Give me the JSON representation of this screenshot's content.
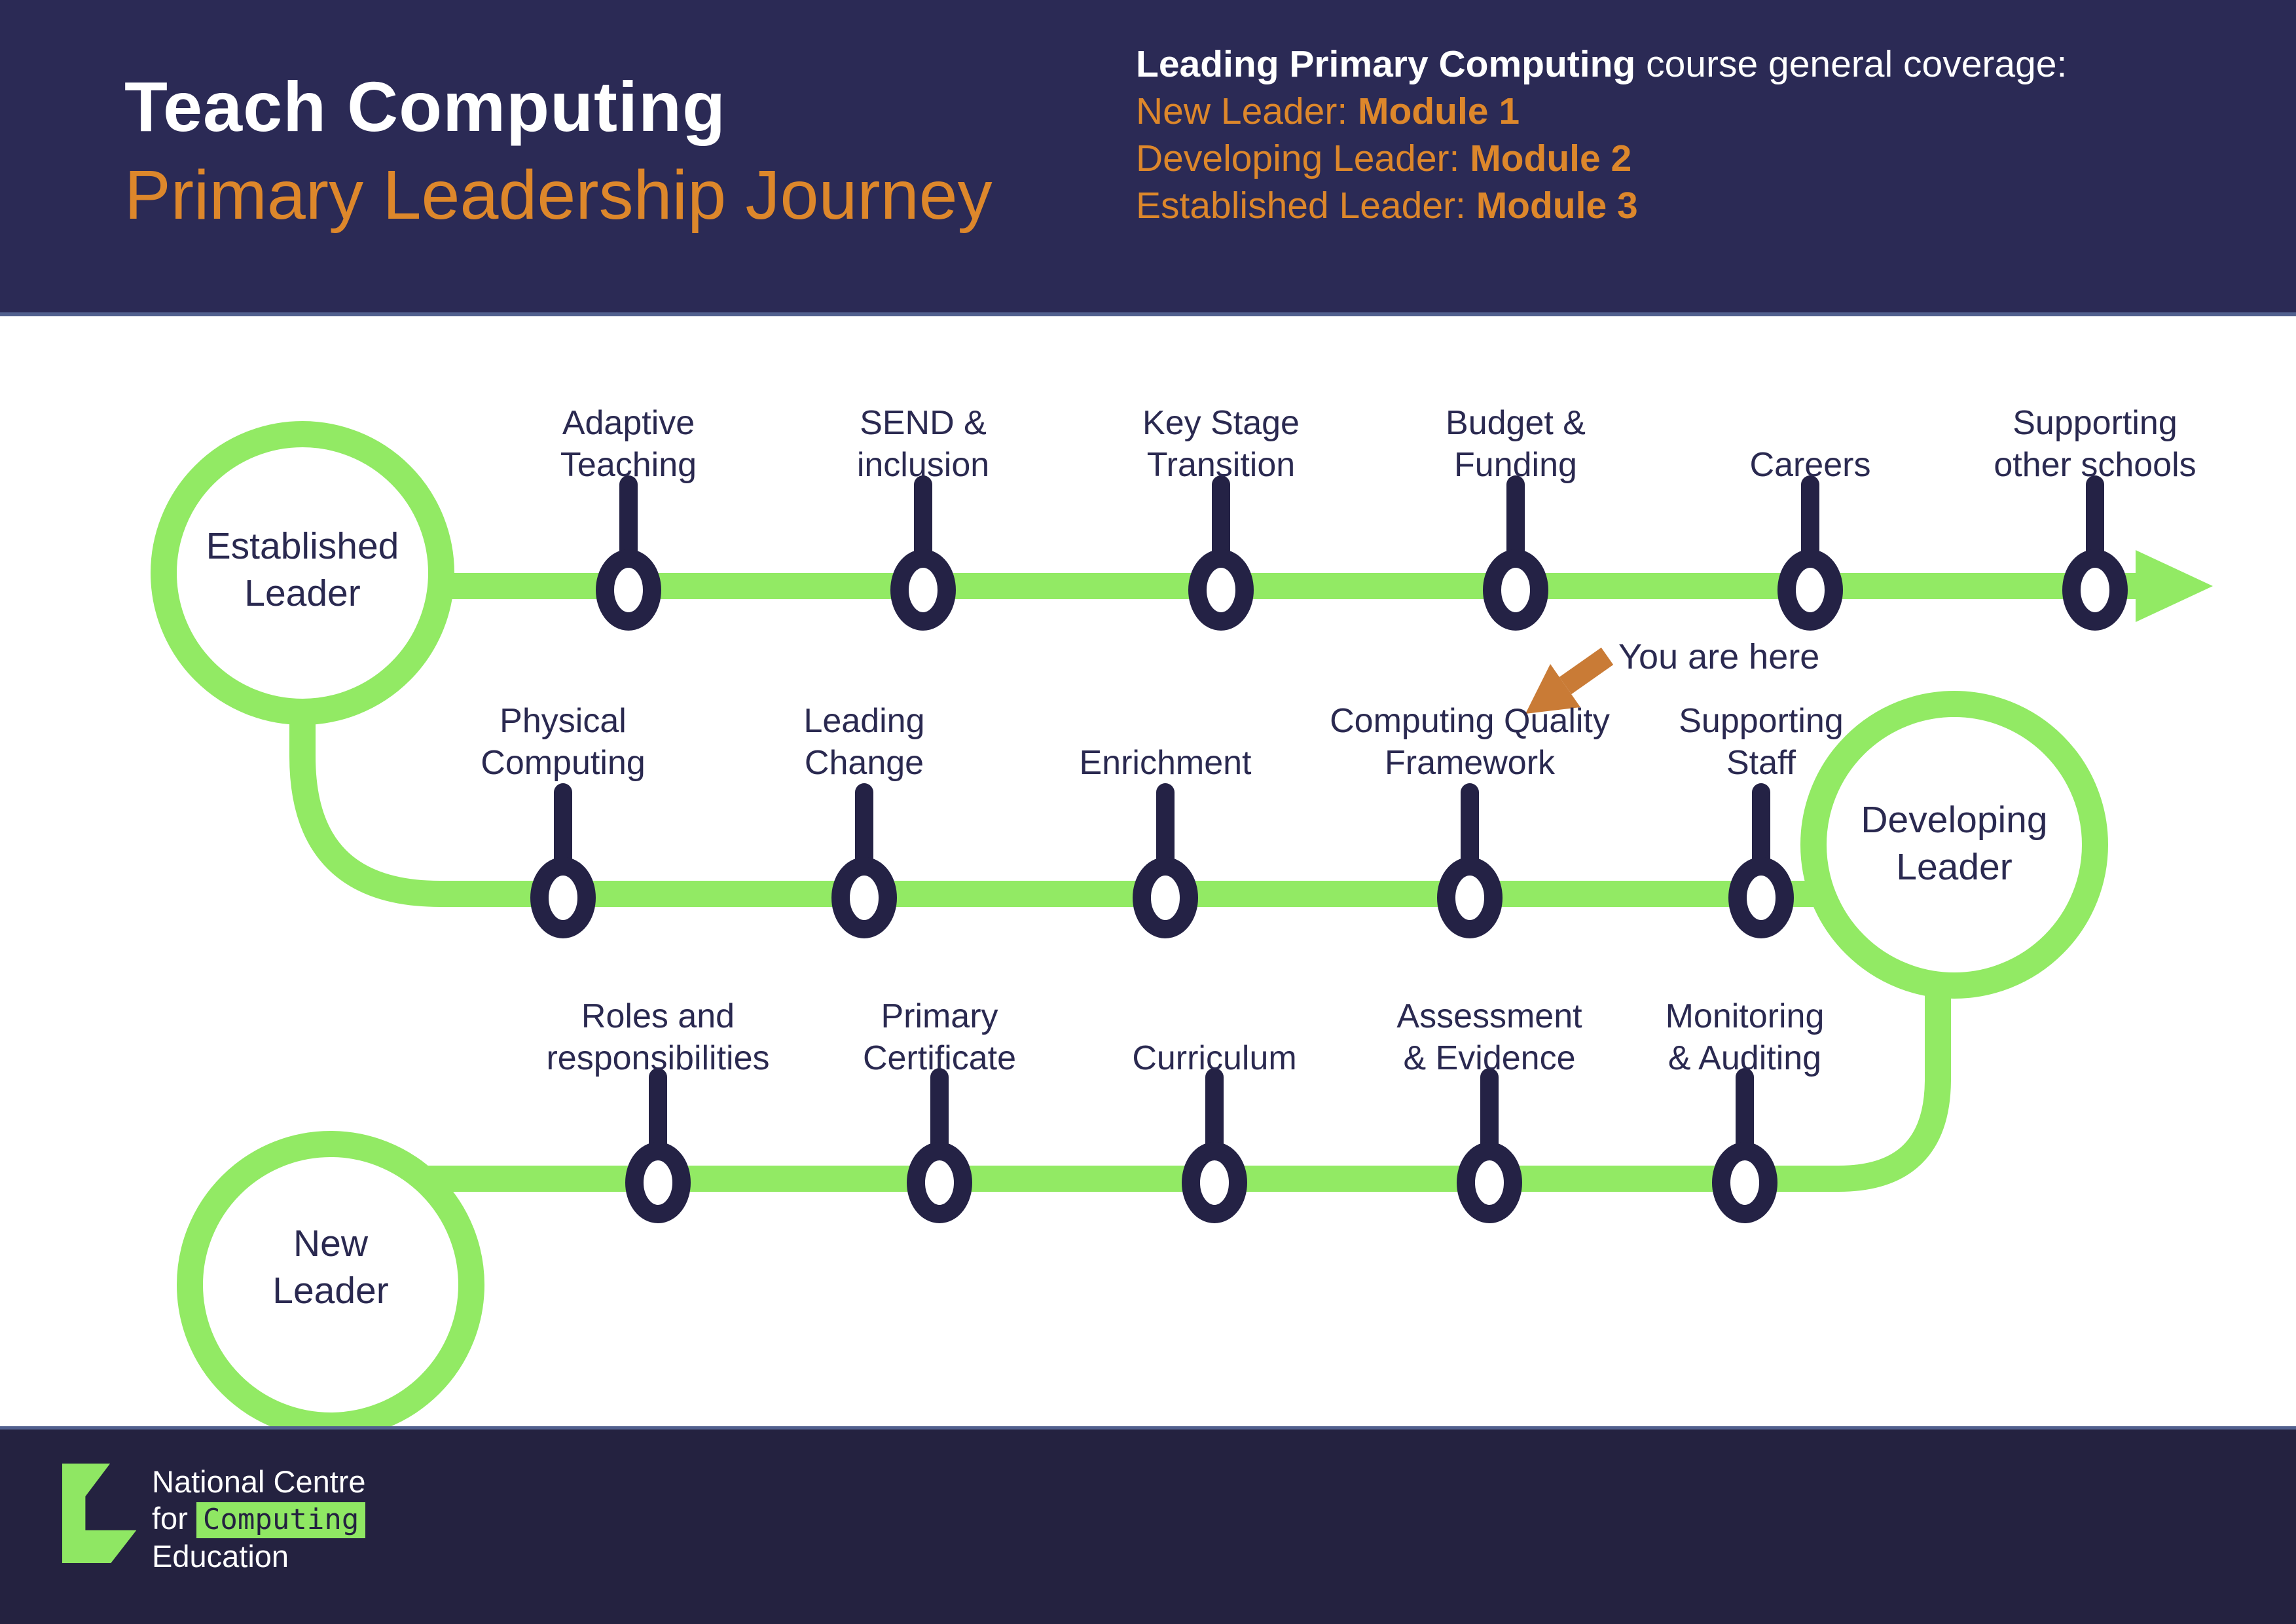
{
  "header": {
    "title_line1": "Teach Computing",
    "title_line2": "Primary Leadership Journey",
    "coverage": {
      "heading_bold": "Leading Primary Computing",
      "heading_rest": " course general coverage:",
      "items": [
        {
          "label": "New Leader: ",
          "module": "Module 1"
        },
        {
          "label": "Developing Leader: ",
          "module": "Module 2"
        },
        {
          "label": "Established Leader: ",
          "module": "Module 3"
        }
      ]
    }
  },
  "journey": {
    "stages": {
      "established": "Established\nLeader",
      "developing": "Developing\nLeader",
      "new": "New\nLeader"
    },
    "you_are_here": "You are here",
    "row1": [
      "Adaptive\nTeaching",
      "SEND &\ninclusion",
      "Key Stage\nTransition",
      "Budget &\nFunding",
      "Careers",
      "Supporting\nother schools"
    ],
    "row2": [
      "Physical\nComputing",
      "Leading\nChange",
      "Enrichment",
      "Computing Quality\nFramework",
      "Supporting\nStaff"
    ],
    "row3": [
      "Roles and\nresponsibilities",
      "Primary\nCertificate",
      "Curriculum",
      "Assessment\n& Evidence",
      "Monitoring\n& Auditing"
    ]
  },
  "footer": {
    "logo_line1": "National Centre",
    "logo_line2_prefix": "for",
    "logo_line2_highlight": "Computing",
    "logo_line3": "Education"
  },
  "colors": {
    "header_navy": "#2b2a55",
    "footer_navy": "#242240",
    "path_green": "#92ea64",
    "node_navy": "#242245",
    "text_navy": "#2a2950",
    "accent_orange": "#dd872b",
    "arrow_orange": "#c97b36"
  }
}
